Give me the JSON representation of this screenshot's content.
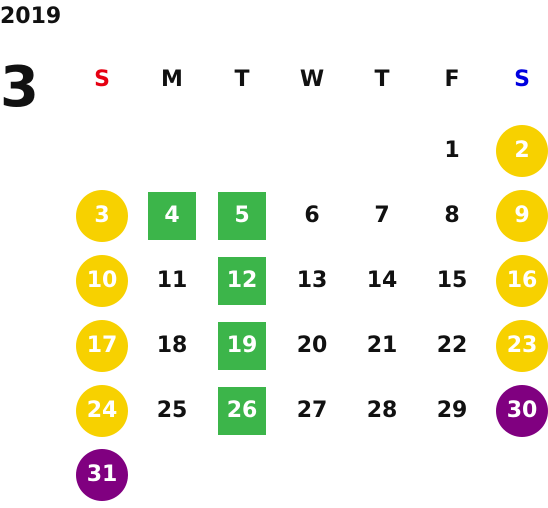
{
  "year": "2019",
  "month": "3",
  "colors": {
    "sunday_header": "#e60012",
    "saturday_header": "#0000e0",
    "weekend_circle": "#f7d100",
    "holiday_circle": "#800080",
    "highlight_box": "#3cb54a"
  },
  "weekdays": [
    {
      "label": "S",
      "type": "sun"
    },
    {
      "label": "M",
      "type": "normal"
    },
    {
      "label": "T",
      "type": "normal"
    },
    {
      "label": "W",
      "type": "normal"
    },
    {
      "label": "T",
      "type": "normal"
    },
    {
      "label": "F",
      "type": "normal"
    },
    {
      "label": "S",
      "type": "sat"
    }
  ],
  "weeks": [
    [
      {
        "day": "",
        "style": "empty"
      },
      {
        "day": "",
        "style": "empty"
      },
      {
        "day": "",
        "style": "empty"
      },
      {
        "day": "",
        "style": "empty"
      },
      {
        "day": "",
        "style": "empty"
      },
      {
        "day": "1",
        "style": "plain"
      },
      {
        "day": "2",
        "style": "weekend-circle"
      }
    ],
    [
      {
        "day": "3",
        "style": "weekend-circle"
      },
      {
        "day": "4",
        "style": "highlight-box"
      },
      {
        "day": "5",
        "style": "highlight-box"
      },
      {
        "day": "6",
        "style": "plain"
      },
      {
        "day": "7",
        "style": "plain"
      },
      {
        "day": "8",
        "style": "plain"
      },
      {
        "day": "9",
        "style": "weekend-circle"
      }
    ],
    [
      {
        "day": "10",
        "style": "weekend-circle"
      },
      {
        "day": "11",
        "style": "plain"
      },
      {
        "day": "12",
        "style": "highlight-box"
      },
      {
        "day": "13",
        "style": "plain"
      },
      {
        "day": "14",
        "style": "plain"
      },
      {
        "day": "15",
        "style": "plain"
      },
      {
        "day": "16",
        "style": "weekend-circle"
      }
    ],
    [
      {
        "day": "17",
        "style": "weekend-circle"
      },
      {
        "day": "18",
        "style": "plain"
      },
      {
        "day": "19",
        "style": "highlight-box"
      },
      {
        "day": "20",
        "style": "plain"
      },
      {
        "day": "21",
        "style": "plain"
      },
      {
        "day": "22",
        "style": "plain"
      },
      {
        "day": "23",
        "style": "weekend-circle"
      }
    ],
    [
      {
        "day": "24",
        "style": "weekend-circle"
      },
      {
        "day": "25",
        "style": "plain"
      },
      {
        "day": "26",
        "style": "highlight-box"
      },
      {
        "day": "27",
        "style": "plain"
      },
      {
        "day": "28",
        "style": "plain"
      },
      {
        "day": "29",
        "style": "plain"
      },
      {
        "day": "30",
        "style": "holiday-circle"
      }
    ],
    [
      {
        "day": "31",
        "style": "holiday-circle"
      },
      {
        "day": "",
        "style": "empty"
      },
      {
        "day": "",
        "style": "empty"
      },
      {
        "day": "",
        "style": "empty"
      },
      {
        "day": "",
        "style": "empty"
      },
      {
        "day": "",
        "style": "empty"
      },
      {
        "day": "",
        "style": "empty"
      }
    ]
  ]
}
